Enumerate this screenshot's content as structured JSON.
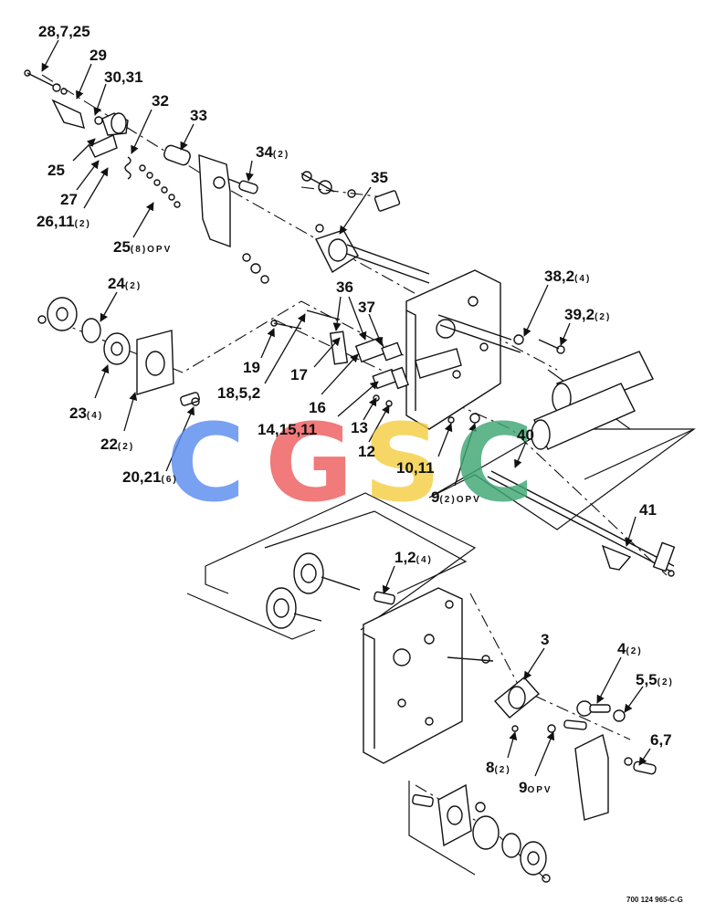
{
  "diagram": {
    "doc_code": "700 124 965-C-G",
    "watermark": {
      "letters": [
        "C",
        "G",
        "S",
        "C"
      ],
      "colors": [
        "#5b8def",
        "#ef5d5d",
        "#f5cf44",
        "#3fa774"
      ]
    },
    "callouts": [
      {
        "main": "28,7,25",
        "qty": ""
      },
      {
        "main": "29",
        "qty": ""
      },
      {
        "main": "30,31",
        "qty": ""
      },
      {
        "main": "32",
        "qty": ""
      },
      {
        "main": "33",
        "qty": ""
      },
      {
        "main": "34",
        "qty": "(2)"
      },
      {
        "main": "35",
        "qty": ""
      },
      {
        "main": "25",
        "qty": ""
      },
      {
        "main": "27",
        "qty": ""
      },
      {
        "main": "26,11",
        "qty": "(2)"
      },
      {
        "main": "25",
        "qty": "(8)OPV"
      },
      {
        "main": "24",
        "qty": "(2)"
      },
      {
        "main": "36",
        "qty": ""
      },
      {
        "main": "37",
        "qty": ""
      },
      {
        "main": "38,2",
        "qty": "(4)"
      },
      {
        "main": "39,2",
        "qty": "(2)"
      },
      {
        "main": "19",
        "qty": ""
      },
      {
        "main": "17",
        "qty": ""
      },
      {
        "main": "18,5,2",
        "qty": ""
      },
      {
        "main": "23",
        "qty": "(4)"
      },
      {
        "main": "16",
        "qty": ""
      },
      {
        "main": "14,15,11",
        "qty": ""
      },
      {
        "main": "13",
        "qty": ""
      },
      {
        "main": "12",
        "qty": ""
      },
      {
        "main": "22",
        "qty": "(2)"
      },
      {
        "main": "40",
        "qty": ""
      },
      {
        "main": "10,11",
        "qty": ""
      },
      {
        "main": "20,21",
        "qty": "(6)"
      },
      {
        "main": "9",
        "qty": "(2)OPV"
      },
      {
        "main": "41",
        "qty": ""
      },
      {
        "main": "1,2",
        "qty": "(4)"
      },
      {
        "main": "3",
        "qty": ""
      },
      {
        "main": "4",
        "qty": "(2)"
      },
      {
        "main": "5,5",
        "qty": "(2)"
      },
      {
        "main": "6,7",
        "qty": ""
      },
      {
        "main": "8",
        "qty": "(2)"
      },
      {
        "main": "9",
        "qty": "OPV"
      }
    ]
  }
}
